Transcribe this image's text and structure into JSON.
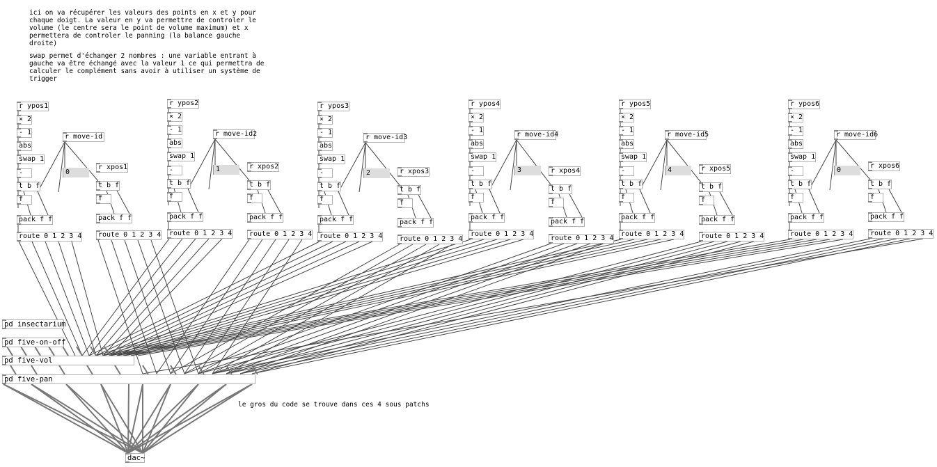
{
  "comments": {
    "intro": "ici on va récupérer les valeurs des points en x et y pour\nchaque doigt. La valeur en y va permettre de controler le\nvolume (le centre sera le point de volume maximum) et x\npermettera de controler le panning (la balance gauche\ndroite)",
    "swap": "swap permet d'échanger 2 nombres : une variable entrant à\ngauche va être échangé avec la valeur 1 ce qui permettra de\ncalculer le complément sans avoir à utiliser un système de\ntrigger",
    "bottom": "le gros du code se trouve dans ces 4 sous patchs"
  },
  "columns": [
    {
      "ypos": "r ypos1",
      "mul": "× 2",
      "sub": "- 1",
      "abs": "abs",
      "swap": "swap 1",
      "minus": "-",
      "tbf": "t b f",
      "f": "f",
      "pack": "pack f f",
      "route": "route 0 1 2 3 4",
      "moveid": "r move-id",
      "num": "0",
      "xpos": "r xpos1"
    },
    {
      "ypos": "r ypos2",
      "mul": "× 2",
      "sub": "- 1",
      "abs": "abs",
      "swap": "swap 1",
      "minus": "-",
      "tbf": "t b f",
      "f": "f",
      "pack": "pack f f",
      "route": "route 0 1 2 3 4",
      "moveid": "r move-id2",
      "num": "1",
      "xpos": "r xpos2"
    },
    {
      "ypos": "r ypos3",
      "mul": "× 2",
      "sub": "- 1",
      "abs": "abs",
      "swap": "swap 1",
      "minus": "-",
      "tbf": "t b f",
      "f": "f",
      "pack": "pack f f",
      "route": "route 0 1 2 3 4",
      "moveid": "r move-id3",
      "num": "2",
      "xpos": "r xpos3"
    },
    {
      "ypos": "r ypos4",
      "mul": "× 2",
      "sub": "- 1",
      "abs": "abs",
      "swap": "swap 1",
      "minus": "-",
      "tbf": "t b f",
      "f": "f",
      "pack": "pack f f",
      "route": "route 0 1 2 3 4",
      "moveid": "r move-id4",
      "num": "3",
      "xpos": "r xpos4"
    },
    {
      "ypos": "r ypos5",
      "mul": "× 2",
      "sub": "- 1",
      "abs": "abs",
      "swap": "swap 1",
      "minus": "-",
      "tbf": "t b f",
      "f": "f",
      "pack": "pack f f",
      "route": "route 0 1 2 3 4",
      "moveid": "r move-id5",
      "num": "4",
      "xpos": "r xpos5"
    },
    {
      "ypos": "r ypos6",
      "mul": "× 2",
      "sub": "- 1",
      "abs": "abs",
      "swap": "swap 1",
      "minus": "-",
      "tbf": "t b f",
      "f": "f",
      "pack": "pack f f",
      "route": "route 0 1 2 3 4",
      "moveid": "r move-id6",
      "num": "0",
      "xpos": "r xpos6"
    }
  ],
  "subpatches": {
    "insectarium": "pd insectarium",
    "onoff": "pd five-on-off",
    "vol": "pd five-vol",
    "pan": "pd five-pan",
    "dac": "dac~"
  }
}
